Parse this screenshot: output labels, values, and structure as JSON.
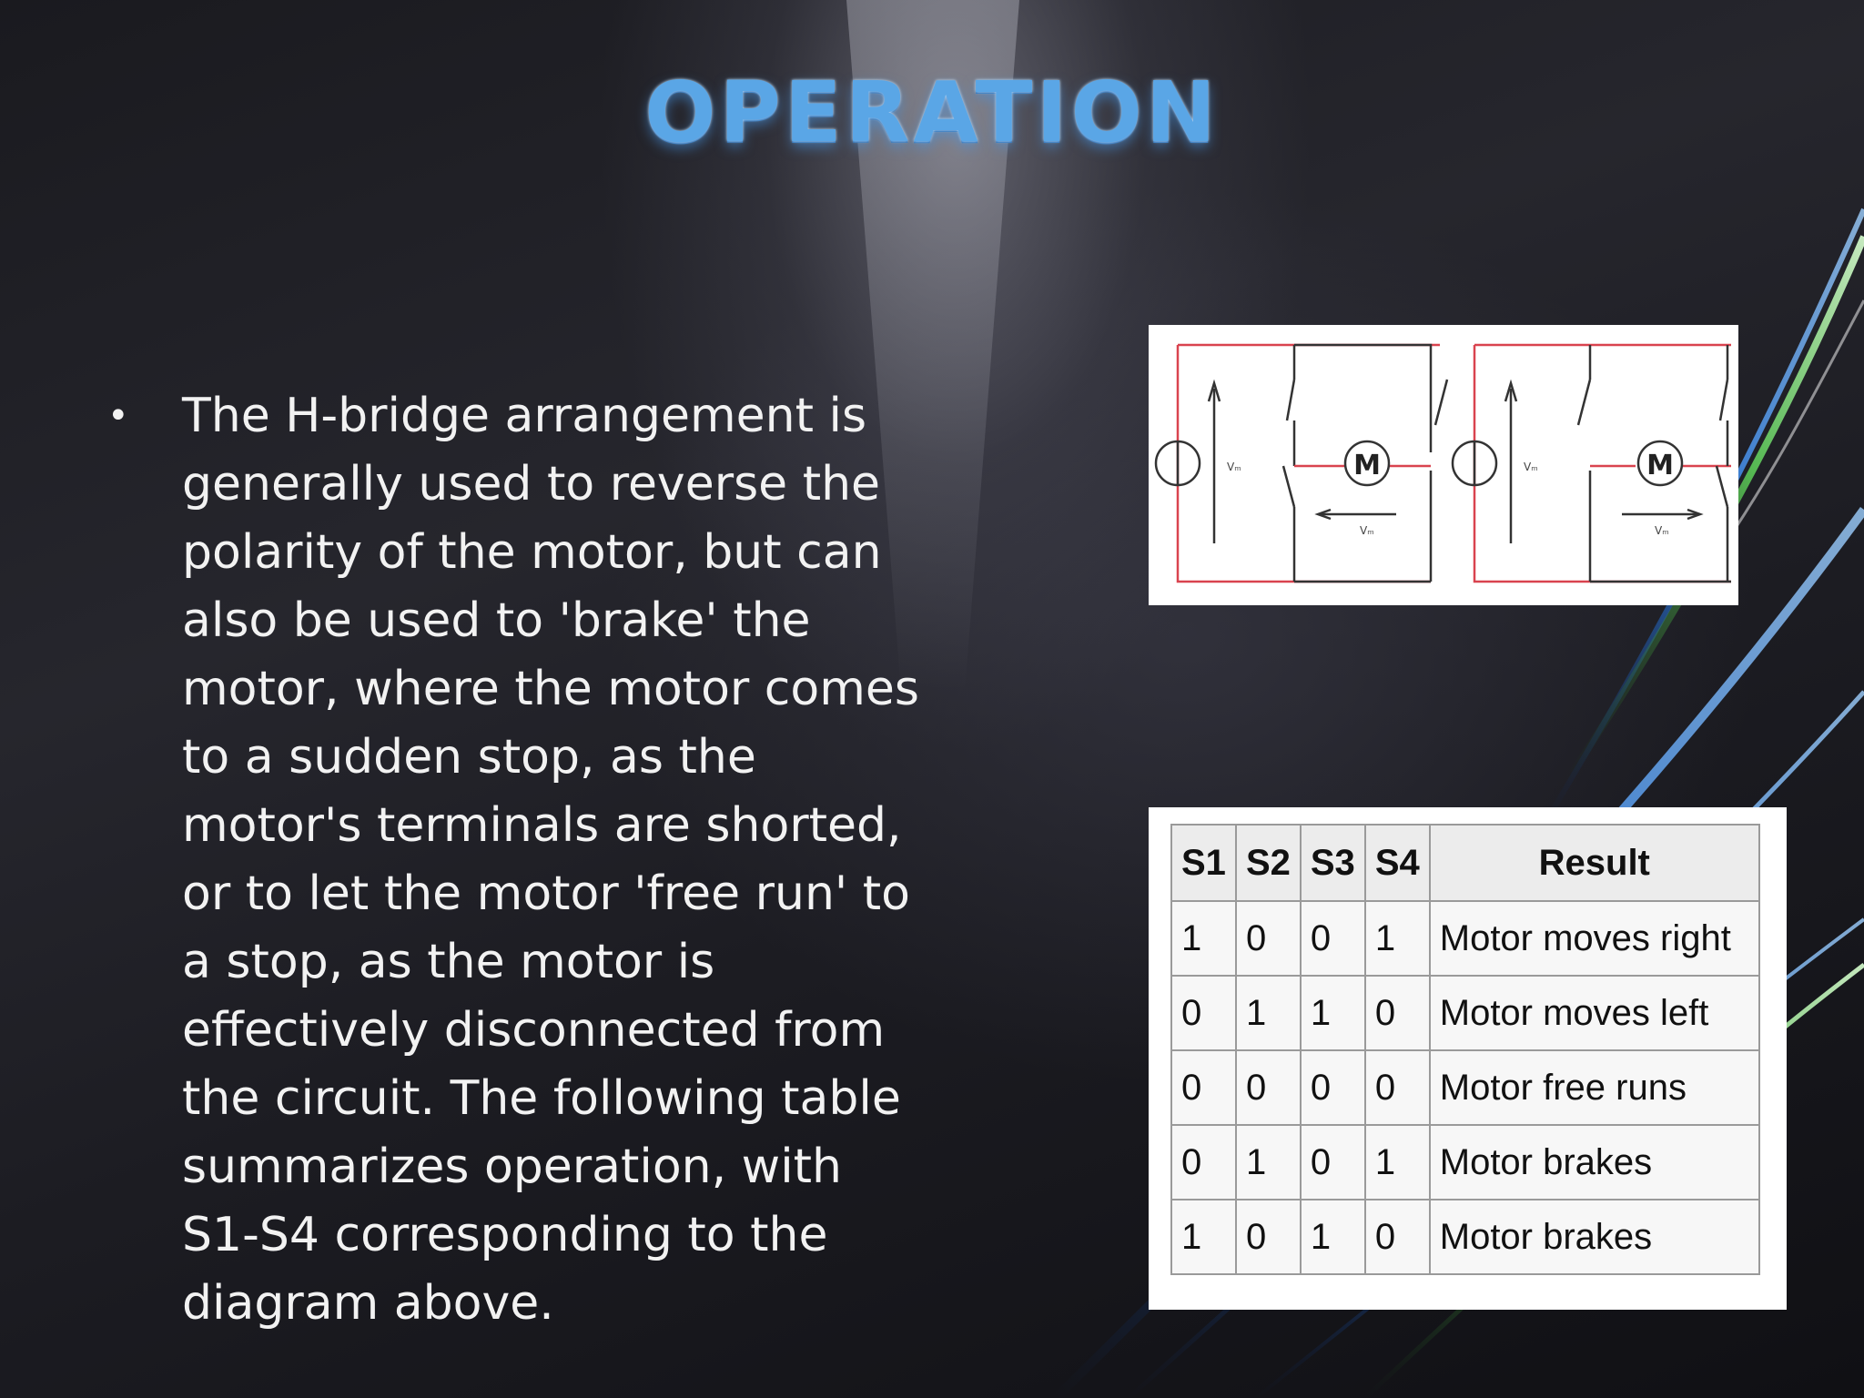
{
  "slide": {
    "title": "OPERATION",
    "bullet": "•",
    "paragraph_lines": [
      "The H-bridge arrangement is",
      "generally used to reverse the",
      "polarity of the motor, but can",
      "also be used to 'brake' the",
      "motor, where the motor comes",
      "to a sudden stop, as the",
      "motor's terminals are shorted,",
      "or to let the motor 'free run' to",
      "a stop, as the motor is",
      "effectively disconnected from",
      "the circuit. The following table",
      "summarizes  operation, with",
      "S1-S4 corresponding to the",
      "diagram above."
    ]
  },
  "circuit_diagram": {
    "motor_label": "M",
    "source_label": "Vₘ",
    "motor_voltage_label": "Vₘ"
  },
  "truth_table": {
    "headers": [
      "S1",
      "S2",
      "S3",
      "S4",
      "Result"
    ],
    "rows": [
      [
        "1",
        "0",
        "0",
        "1",
        "Motor moves right"
      ],
      [
        "0",
        "1",
        "1",
        "0",
        "Motor moves left"
      ],
      [
        "0",
        "0",
        "0",
        "0",
        "Motor free runs"
      ],
      [
        "0",
        "1",
        "0",
        "1",
        "Motor brakes"
      ],
      [
        "1",
        "0",
        "1",
        "0",
        "Motor brakes"
      ]
    ]
  },
  "colors": {
    "title": "#5aa6e6",
    "wire_red": "#d9434f",
    "wire_dark": "#333333",
    "streak_blue": "#2f7de0",
    "streak_green": "#5fd35a"
  }
}
